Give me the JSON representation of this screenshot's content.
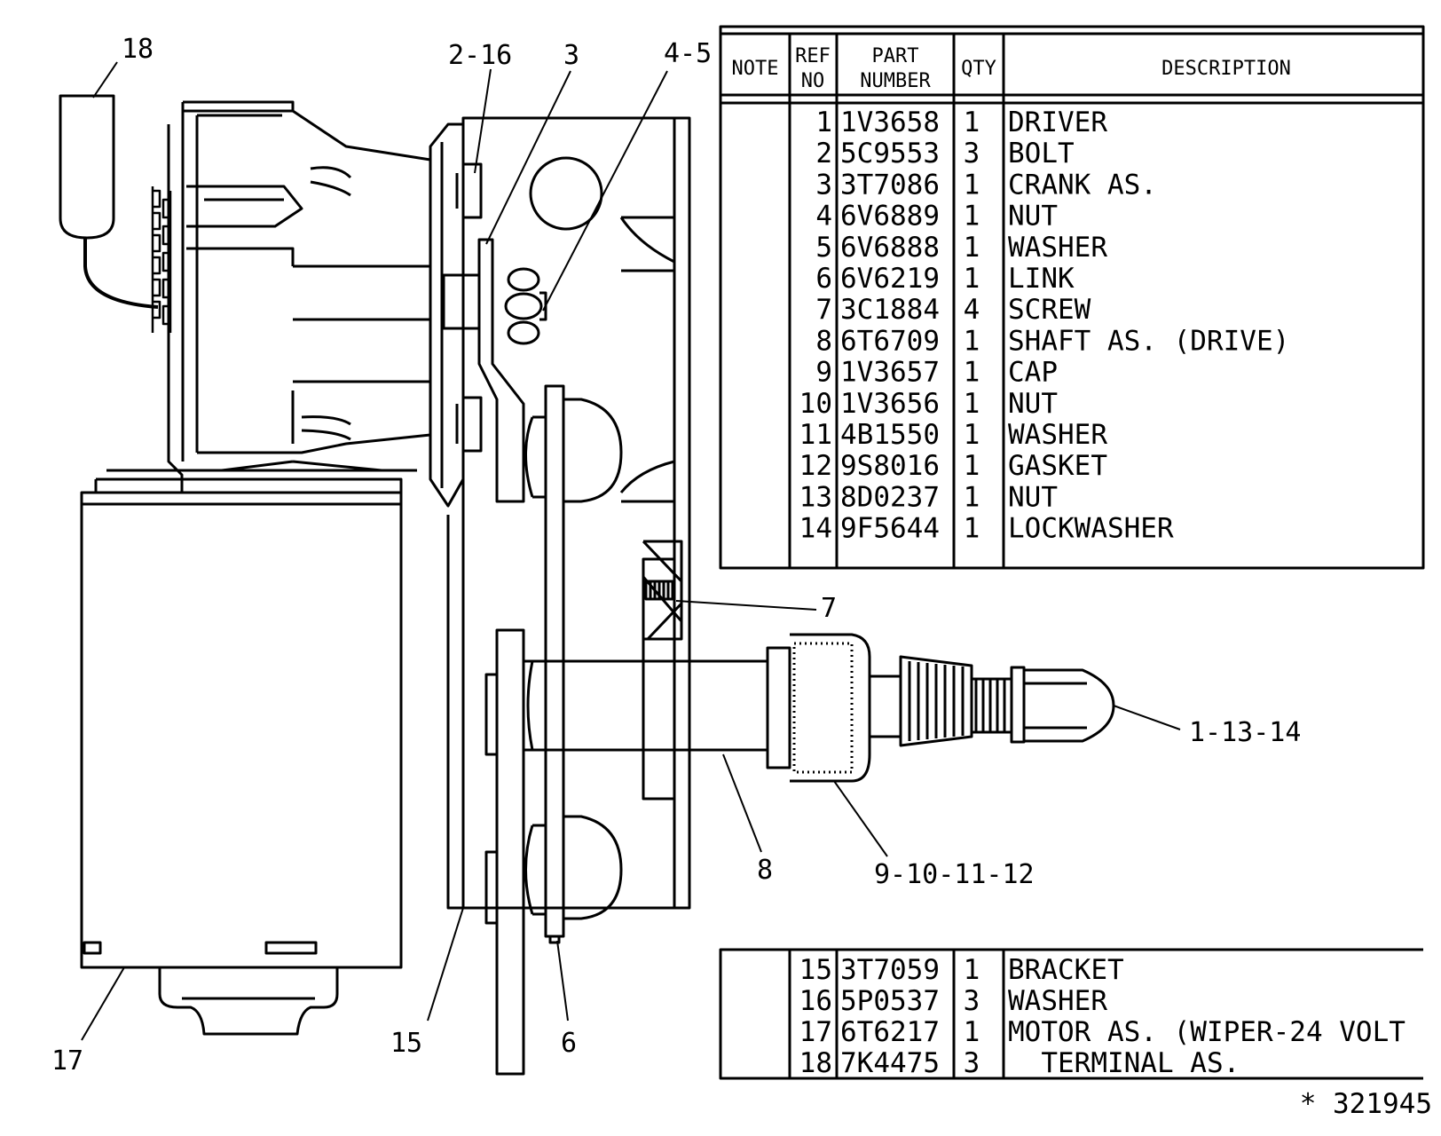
{
  "callouts": {
    "c18": "18",
    "c2_16": "2-16",
    "c3": "3",
    "c4_5": "4-5",
    "c7": "7",
    "c1_13_14": "1-13-14",
    "c8": "8",
    "c9_10_11_12": "9-10-11-12",
    "c17": "17",
    "c15": "15",
    "c6": "6"
  },
  "table_headers": {
    "note": "NOTE",
    "ref_1": "REF",
    "ref_2": "NO",
    "part_1": "PART",
    "part_2": "NUMBER",
    "qty": "QTY",
    "description": "DESCRIPTION"
  },
  "parts_main": [
    {
      "ref": "1",
      "part": "1V3658",
      "qty": "1",
      "desc": "DRIVER"
    },
    {
      "ref": "2",
      "part": "5C9553",
      "qty": "3",
      "desc": "BOLT"
    },
    {
      "ref": "3",
      "part": "3T7086",
      "qty": "1",
      "desc": "CRANK AS."
    },
    {
      "ref": "4",
      "part": "6V6889",
      "qty": "1",
      "desc": "NUT"
    },
    {
      "ref": "5",
      "part": "6V6888",
      "qty": "1",
      "desc": "WASHER"
    },
    {
      "ref": "6",
      "part": "6V6219",
      "qty": "1",
      "desc": "LINK"
    },
    {
      "ref": "7",
      "part": "3C1884",
      "qty": "4",
      "desc": "SCREW"
    },
    {
      "ref": "8",
      "part": "6T6709",
      "qty": "1",
      "desc": "SHAFT AS. (DRIVE)"
    },
    {
      "ref": "9",
      "part": "1V3657",
      "qty": "1",
      "desc": "CAP"
    },
    {
      "ref": "10",
      "part": "1V3656",
      "qty": "1",
      "desc": "NUT"
    },
    {
      "ref": "11",
      "part": "4B1550",
      "qty": "1",
      "desc": "WASHER"
    },
    {
      "ref": "12",
      "part": "9S8016",
      "qty": "1",
      "desc": "GASKET"
    },
    {
      "ref": "13",
      "part": "8D0237",
      "qty": "1",
      "desc": "NUT"
    },
    {
      "ref": "14",
      "part": "9F5644",
      "qty": "1",
      "desc": "LOCKWASHER"
    }
  ],
  "parts_secondary": [
    {
      "ref": "15",
      "part": "3T7059",
      "qty": "1",
      "desc": "BRACKET"
    },
    {
      "ref": "16",
      "part": "5P0537",
      "qty": "3",
      "desc": "WASHER"
    },
    {
      "ref": "17",
      "part": "6T6217",
      "qty": "1",
      "desc": "MOTOR AS. (WIPER-24 VOLT"
    },
    {
      "ref": "18",
      "part": "7K4475",
      "qty": "3",
      "desc": "  TERMINAL AS."
    }
  ],
  "drawing_number": "* 321945"
}
